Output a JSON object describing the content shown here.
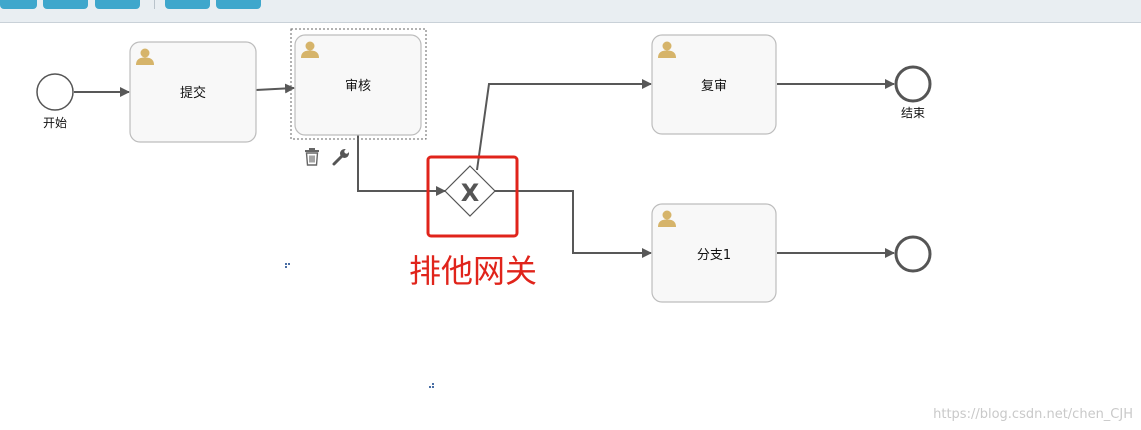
{
  "toolbar": {
    "buttons": 5
  },
  "start_event": {
    "label": "开始"
  },
  "end_event": {
    "label": "结束"
  },
  "tasks": {
    "submit": {
      "label": "提交"
    },
    "review": {
      "label": "审核"
    },
    "re_review": {
      "label": "复审"
    },
    "branch1": {
      "label": "分支1"
    }
  },
  "gateway": {
    "symbol": "X"
  },
  "annotation": {
    "text": "排他网关"
  },
  "watermark": "https://blog.csdn.net/chen_CJH",
  "colors": {
    "accent": "#3fa7cc",
    "annotation": "#e0241b",
    "user_icon": "#d6b46a",
    "flow": "#585858"
  },
  "icons": [
    "user-icon",
    "trash-icon",
    "wrench-icon"
  ]
}
